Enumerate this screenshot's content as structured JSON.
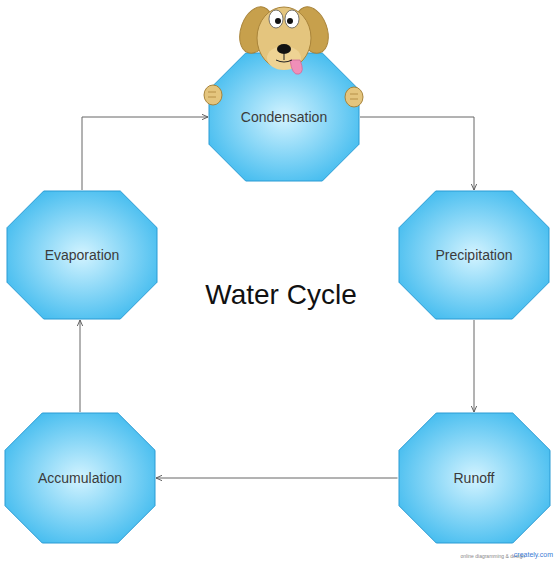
{
  "diagram": {
    "title": "Water Cycle",
    "nodes": [
      {
        "text": [
          "Condensation"
        ]
      },
      {
        "text": [
          "Evaporation"
        ]
      },
      {
        "text": [
          "Precipitation"
        ]
      },
      {
        "text": [
          "Accumulation"
        ]
      },
      {
        "text": [
          "Runoff"
        ]
      }
    ],
    "edges": [
      {
        "from": 0,
        "to": 2,
        "arrow": "to"
      },
      {
        "from": 2,
        "to": 4,
        "arrow": "to"
      },
      {
        "from": 4,
        "to": 3,
        "arrow": "to"
      },
      {
        "from": 3,
        "to": 1,
        "arrow": "to"
      },
      {
        "from": 1,
        "to": 0,
        "arrow": "to"
      }
    ],
    "labels": [
      "online diagramming & design",
      "creately.com"
    ]
  }
}
